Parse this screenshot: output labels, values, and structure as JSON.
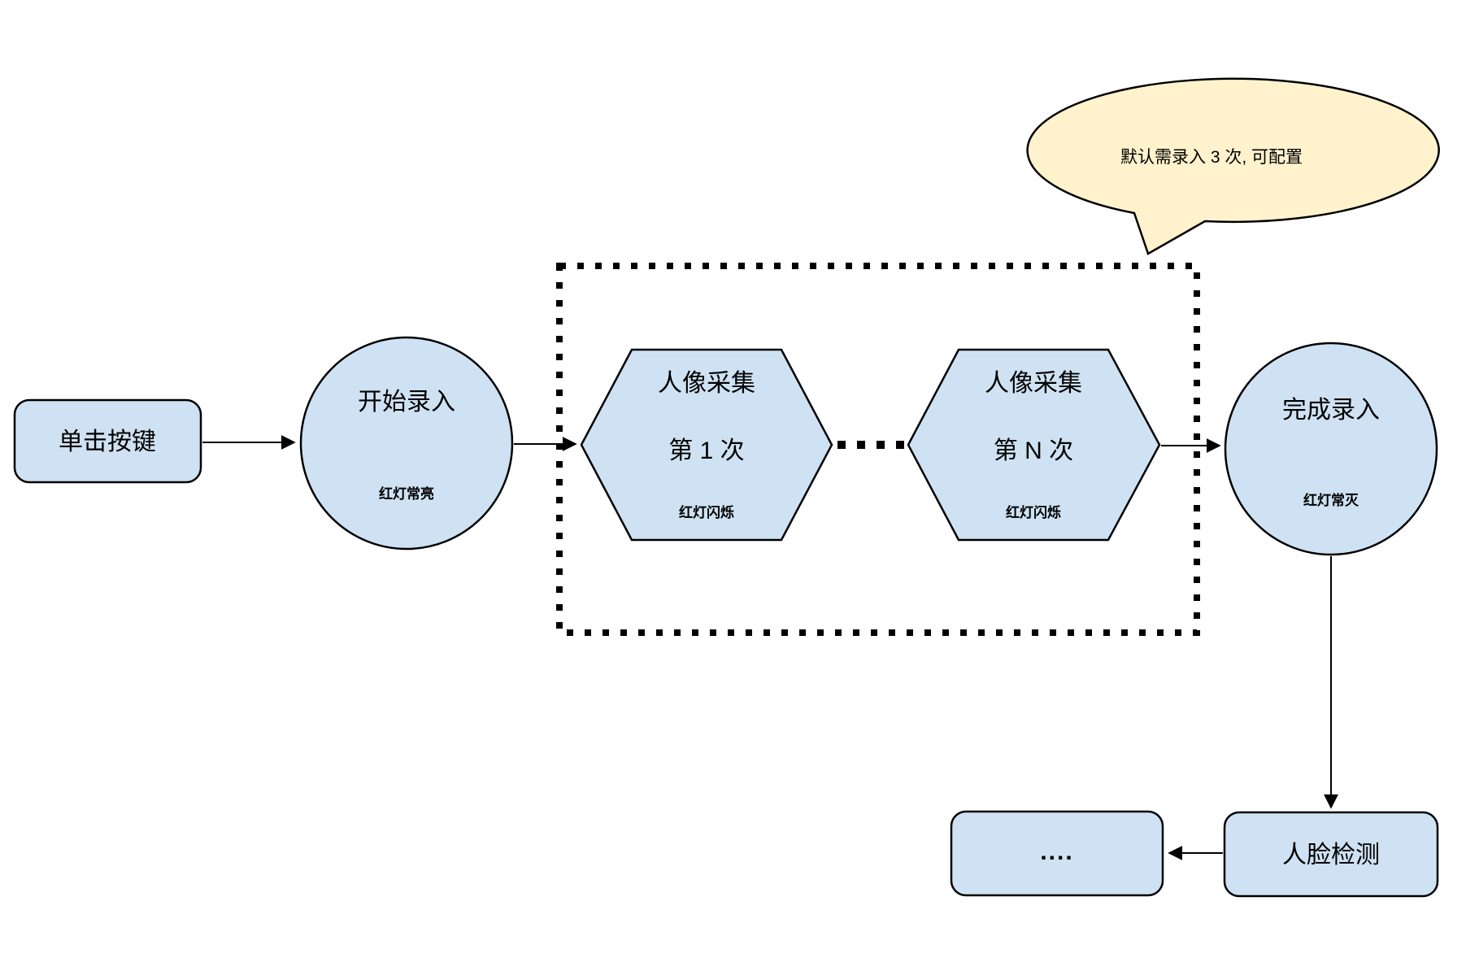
{
  "diagram": {
    "colors": {
      "node_fill": "#cfe2f3",
      "callout_fill": "#fff2cc",
      "line": "#000000"
    },
    "callout": {
      "text": "默认需录入 3 次, 可配置"
    },
    "nodes": {
      "click_button": {
        "label": "单击按键"
      },
      "start_entry": {
        "title": "开始录入",
        "status": "红灯常亮"
      },
      "capture_first": {
        "title": "人像采集",
        "sequence": "第 1 次",
        "status": "红灯闪烁"
      },
      "capture_nth": {
        "title": "人像采集",
        "sequence": "第 N 次",
        "status": "红灯闪烁"
      },
      "finish_entry": {
        "title": "完成录入",
        "status": "红灯常灭"
      },
      "face_detection": {
        "label": "人脸检测"
      },
      "more": {
        "label": "...."
      }
    }
  }
}
